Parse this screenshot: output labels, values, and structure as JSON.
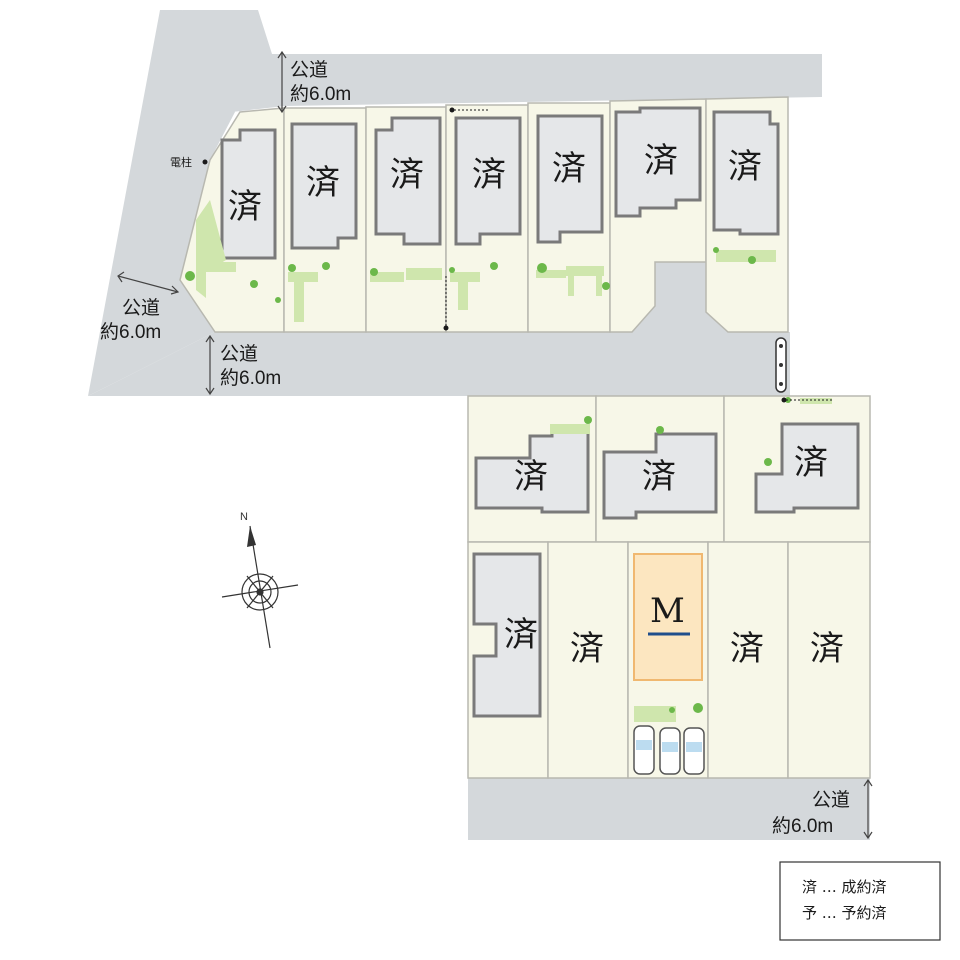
{
  "lots": {
    "top": [
      "済",
      "済",
      "済",
      "済",
      "済",
      "済",
      "済"
    ],
    "middle": [
      "済",
      "済",
      "済"
    ],
    "bottom": [
      "済",
      "済",
      "M",
      "済",
      "済"
    ]
  },
  "roads": {
    "north": [
      "公道",
      "約6.0m"
    ],
    "west": [
      "公道",
      "約6.0m"
    ],
    "center": [
      "公道",
      "約6.0m"
    ],
    "south": [
      "公道",
      "約6.0m"
    ]
  },
  "pole_label": "電柱",
  "compass_label": "N",
  "legend": {
    "row1": "済 … 成約済",
    "row2": "予 … 予約済"
  },
  "colors": {
    "road": "#d4d8db",
    "lot": "#f7f7e8",
    "lot_line": "#b8b8b0",
    "house": "#e5e7e9",
    "house_outline": "#7a7a7a",
    "green": "#cfe6ad",
    "highlight_fill": "#fce6c0",
    "highlight_line": "#f0b870",
    "highlight_underline": "#1f4e8c"
  }
}
